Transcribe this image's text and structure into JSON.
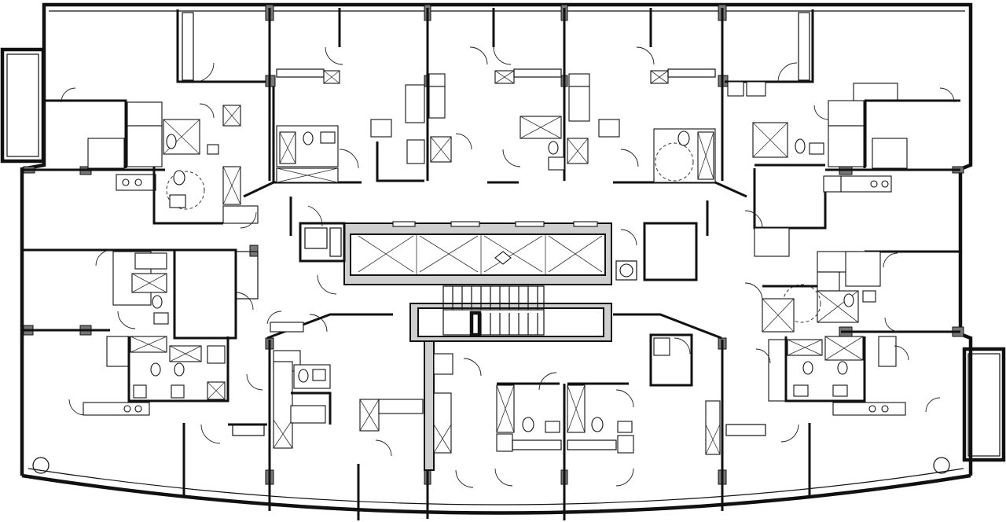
{
  "drawing": {
    "kind": "architectural floor plan",
    "line_color": "#111111",
    "background": "#ffffff",
    "concrete_fill": "#cfcfcf",
    "column_fill": "#777777"
  },
  "elements": {
    "balconies": [
      "balcony-west",
      "balcony-east"
    ],
    "core": [
      "elevator-bank",
      "stair-core",
      "shaft-west",
      "shaft-east"
    ],
    "unit_groups": [
      "north-west-units",
      "north-units",
      "north-east-units",
      "west-units",
      "east-units",
      "south-west-units",
      "south-units",
      "south-east-units"
    ]
  }
}
